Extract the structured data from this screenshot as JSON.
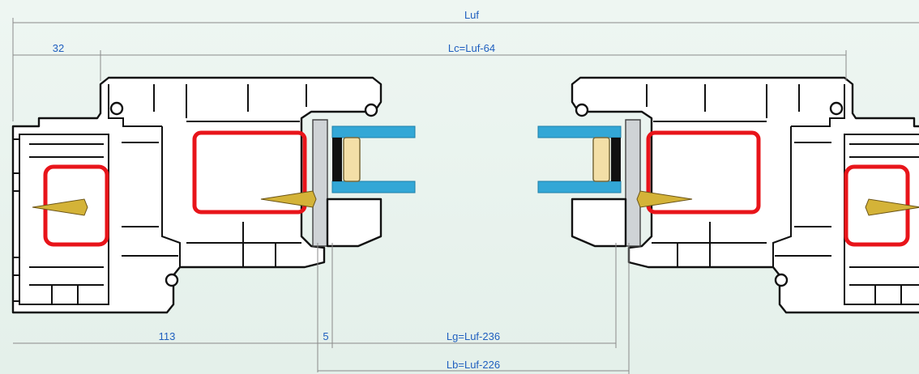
{
  "diagram": {
    "dimensions": {
      "luf": "Luf",
      "lc": "Lc=Luf-64",
      "offset_left": "32",
      "frame_width": "113",
      "gap": "5",
      "lg": "Lg=Luf-236",
      "lb": "Lb=Luf-226"
    },
    "colors": {
      "dimension_text": "#1f5fbf",
      "reinforcement": "#e8141a",
      "glass": "#33a7d6",
      "profile_outline": "#111111",
      "background": "#e6f1ec"
    }
  }
}
